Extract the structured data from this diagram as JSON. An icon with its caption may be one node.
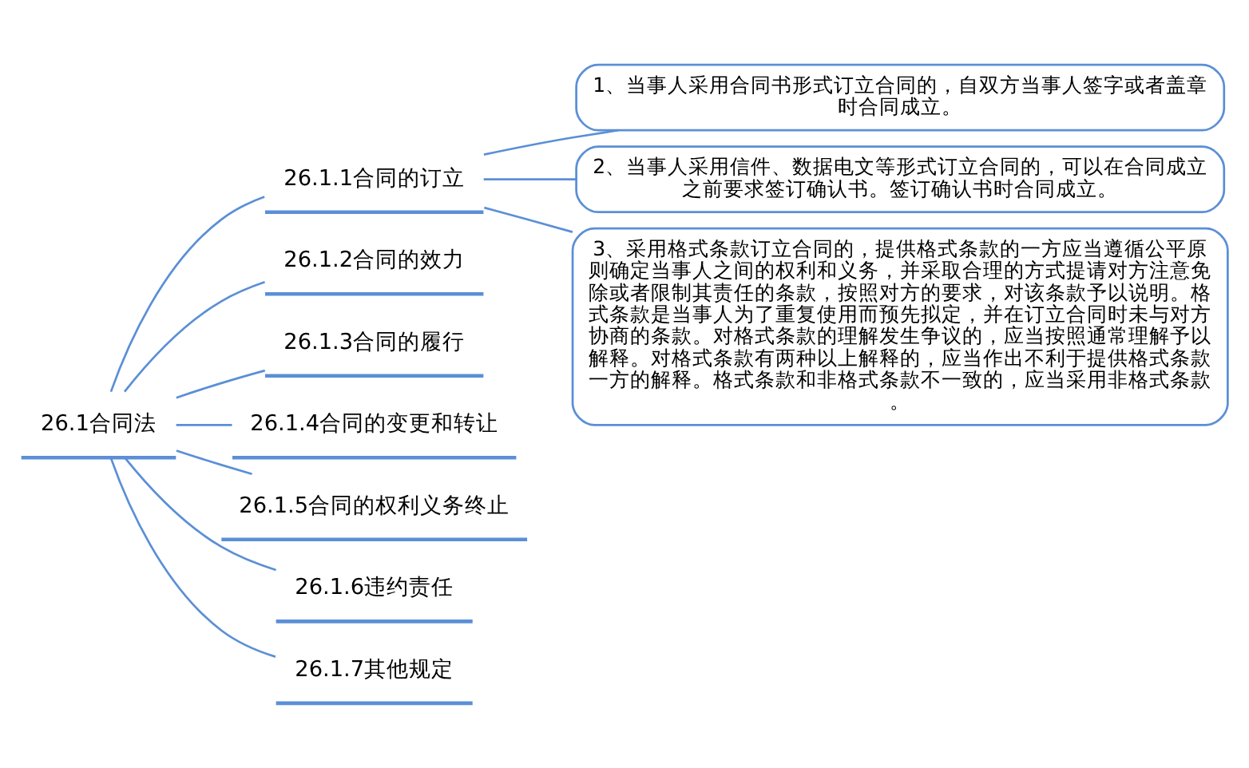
{
  "diagram": {
    "nodes": [
      {
        "text": [
          "26.1合同法"
        ]
      },
      {
        "text": [
          "26.1.1合同的订立"
        ]
      },
      {
        "text": [
          "1、当事人采用合同书形式订立合同的，自双方当事人签字或者盖章时合同成立。"
        ]
      },
      {
        "text": [
          "2、当事人采用信件、数据电文等形式订立合同的，可以在合同成立之前要求签订确认书。签订确认书时合同成立。"
        ]
      },
      {
        "text": [
          "3、采用格式条款订立合同的，提供格式条款的一方应当遵循公平原则确定当事人之间的权利和义务，并采取合理的方式提请对方注意免除或者限制其责任的条款，按照对方的要求，对该条款予以说明。格式条款是当事人为了重复使用而预先拟定，并在订立合同时未与对方协商的条款。对格式条款的理解发生争议的，应当按照通常理解予以解释。对格式条款有两种以上解释的，应当作出不利于提供格式条款一方的解释。格式条款和非格式条款不一致的，应当采用非格式条款。"
        ]
      },
      {
        "text": [
          "26.1.2合同的效力"
        ]
      },
      {
        "text": [
          "26.1.3合同的履行"
        ]
      },
      {
        "text": [
          "26.1.4合同的变更和转让"
        ]
      },
      {
        "text": [
          "26.1.5合同的权利义务终止"
        ]
      },
      {
        "text": [
          "26.1.6违约责任"
        ]
      },
      {
        "text": [
          "26.1.7其他规定"
        ]
      }
    ],
    "edges": [
      {
        "from": 0,
        "to": 1,
        "arrow": "none"
      },
      {
        "from": 1,
        "to": 2,
        "arrow": "none"
      },
      {
        "from": 1,
        "to": 3,
        "arrow": "none"
      },
      {
        "from": 1,
        "to": 4,
        "arrow": "none"
      },
      {
        "from": 0,
        "to": 5,
        "arrow": "none"
      },
      {
        "from": 0,
        "to": 6,
        "arrow": "none"
      },
      {
        "from": 0,
        "to": 7,
        "arrow": "none"
      },
      {
        "from": 0,
        "to": 8,
        "arrow": "none"
      },
      {
        "from": 0,
        "to": 9,
        "arrow": "none"
      },
      {
        "from": 0,
        "to": 10,
        "arrow": "none"
      }
    ]
  }
}
